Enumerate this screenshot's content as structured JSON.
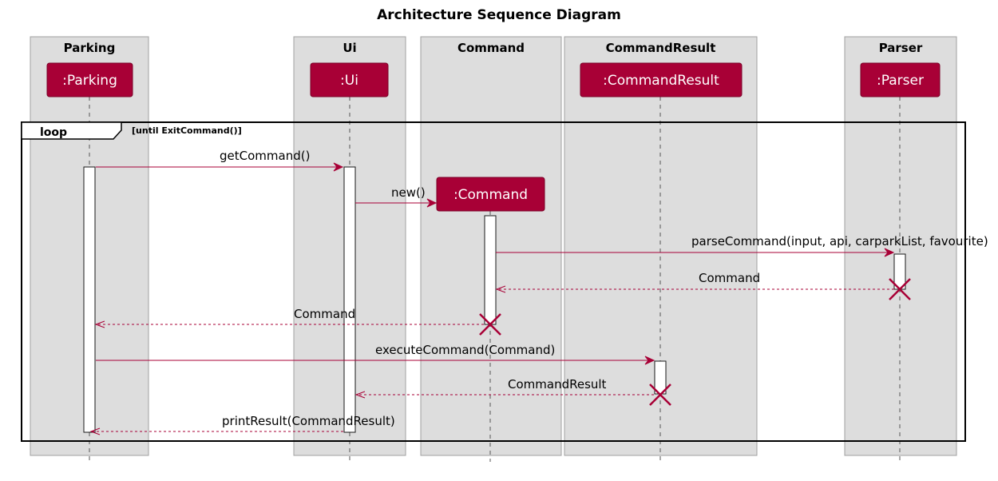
{
  "title": "Architecture Sequence Diagram",
  "colors": {
    "participant_fill": "#A80036",
    "arrow": "#A80036",
    "box_fill": "#DDDDDD",
    "box_border": "#A0A0A0"
  },
  "boxes": [
    {
      "id": "parking",
      "title": "Parking"
    },
    {
      "id": "ui",
      "title": "Ui"
    },
    {
      "id": "command",
      "title": "Command"
    },
    {
      "id": "commandresult",
      "title": "CommandResult"
    },
    {
      "id": "parser",
      "title": "Parser"
    }
  ],
  "participants": [
    {
      "id": "parking",
      "label": ":Parking"
    },
    {
      "id": "ui",
      "label": ":Ui"
    },
    {
      "id": "command",
      "label": ":Command"
    },
    {
      "id": "commandresult",
      "label": ":CommandResult"
    },
    {
      "id": "parser",
      "label": ":Parser"
    }
  ],
  "loop": {
    "label": "loop",
    "guard": "[until ExitCommand()]"
  },
  "messages": [
    {
      "from": "parking",
      "to": "ui",
      "label": "getCommand()",
      "type": "sync"
    },
    {
      "from": "ui",
      "to": "command",
      "label": "new()",
      "type": "create"
    },
    {
      "from": "command",
      "to": "parser",
      "label": "parseCommand(input, api, carparkList, favourite)",
      "type": "sync"
    },
    {
      "from": "parser",
      "to": "command",
      "label": "Command",
      "type": "return",
      "destroy": "parser"
    },
    {
      "from": "command",
      "to": "parking",
      "label": "Command",
      "type": "return",
      "destroy": "command"
    },
    {
      "from": "parking",
      "to": "commandresult",
      "label": "executeCommand(Command)",
      "type": "sync"
    },
    {
      "from": "commandresult",
      "to": "ui",
      "label": "CommandResult",
      "type": "return",
      "destroy": "commandresult"
    },
    {
      "from": "ui",
      "to": "parking",
      "label": "printResult(CommandResult)",
      "type": "return"
    }
  ]
}
